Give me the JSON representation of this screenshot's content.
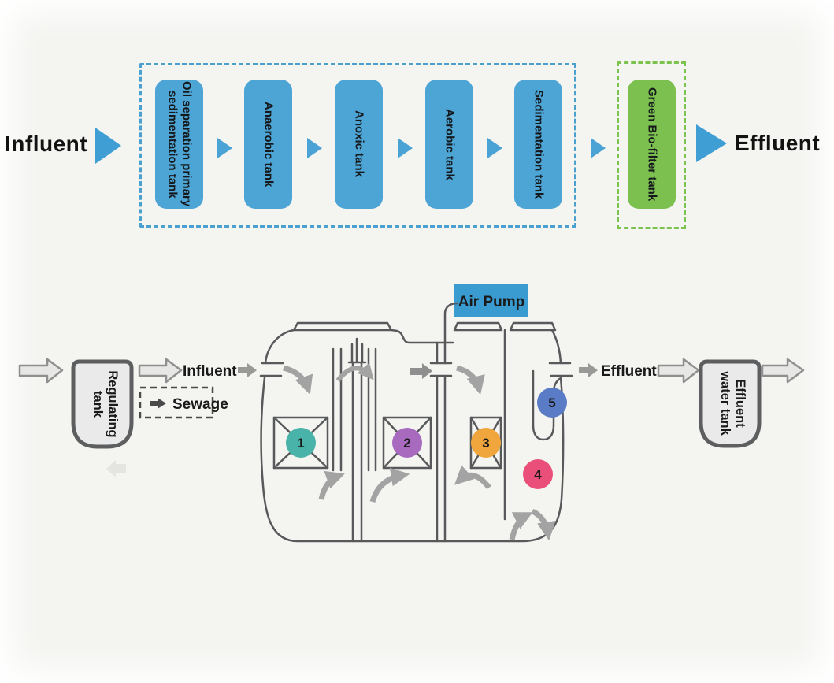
{
  "top_flow": {
    "influent_label": "Influent",
    "effluent_label": "Effluent",
    "tanks": [
      {
        "label": "Oil separation primary sedimentation tank",
        "color": "#4da5d6"
      },
      {
        "label": "Anaerobic tank",
        "color": "#4da5d6"
      },
      {
        "label": "Anoxic tank",
        "color": "#4da5d6"
      },
      {
        "label": "Aerobic tank",
        "color": "#4da5d6"
      },
      {
        "label": "Sedimentation tank",
        "color": "#4da5d6"
      },
      {
        "label": "Green Bio-filter tank",
        "color": "#7cc050"
      }
    ],
    "main_group_border_color": "#4aa0cf",
    "biofilter_border_color": "#7cc24f",
    "arrow_color": "#3f9ed3"
  },
  "schematic": {
    "air_pump_label": "Air Pump",
    "influent_label": "Influent",
    "sewage_label": "Sewage",
    "effluent_label": "Effluent",
    "regulating_tank": {
      "lines": [
        "Regulating",
        "tank"
      ]
    },
    "effluent_water_tank": {
      "lines": [
        "Effluent",
        "water tank"
      ]
    },
    "air_pump_color": "#3a9bd0",
    "outline_color": "#58595b",
    "markers": [
      {
        "number": "1",
        "color": "#49b3a9"
      },
      {
        "number": "2",
        "color": "#a76abe"
      },
      {
        "number": "3",
        "color": "#f0a63c"
      },
      {
        "number": "4",
        "color": "#e94f78"
      },
      {
        "number": "5",
        "color": "#5a7bc5"
      }
    ]
  }
}
